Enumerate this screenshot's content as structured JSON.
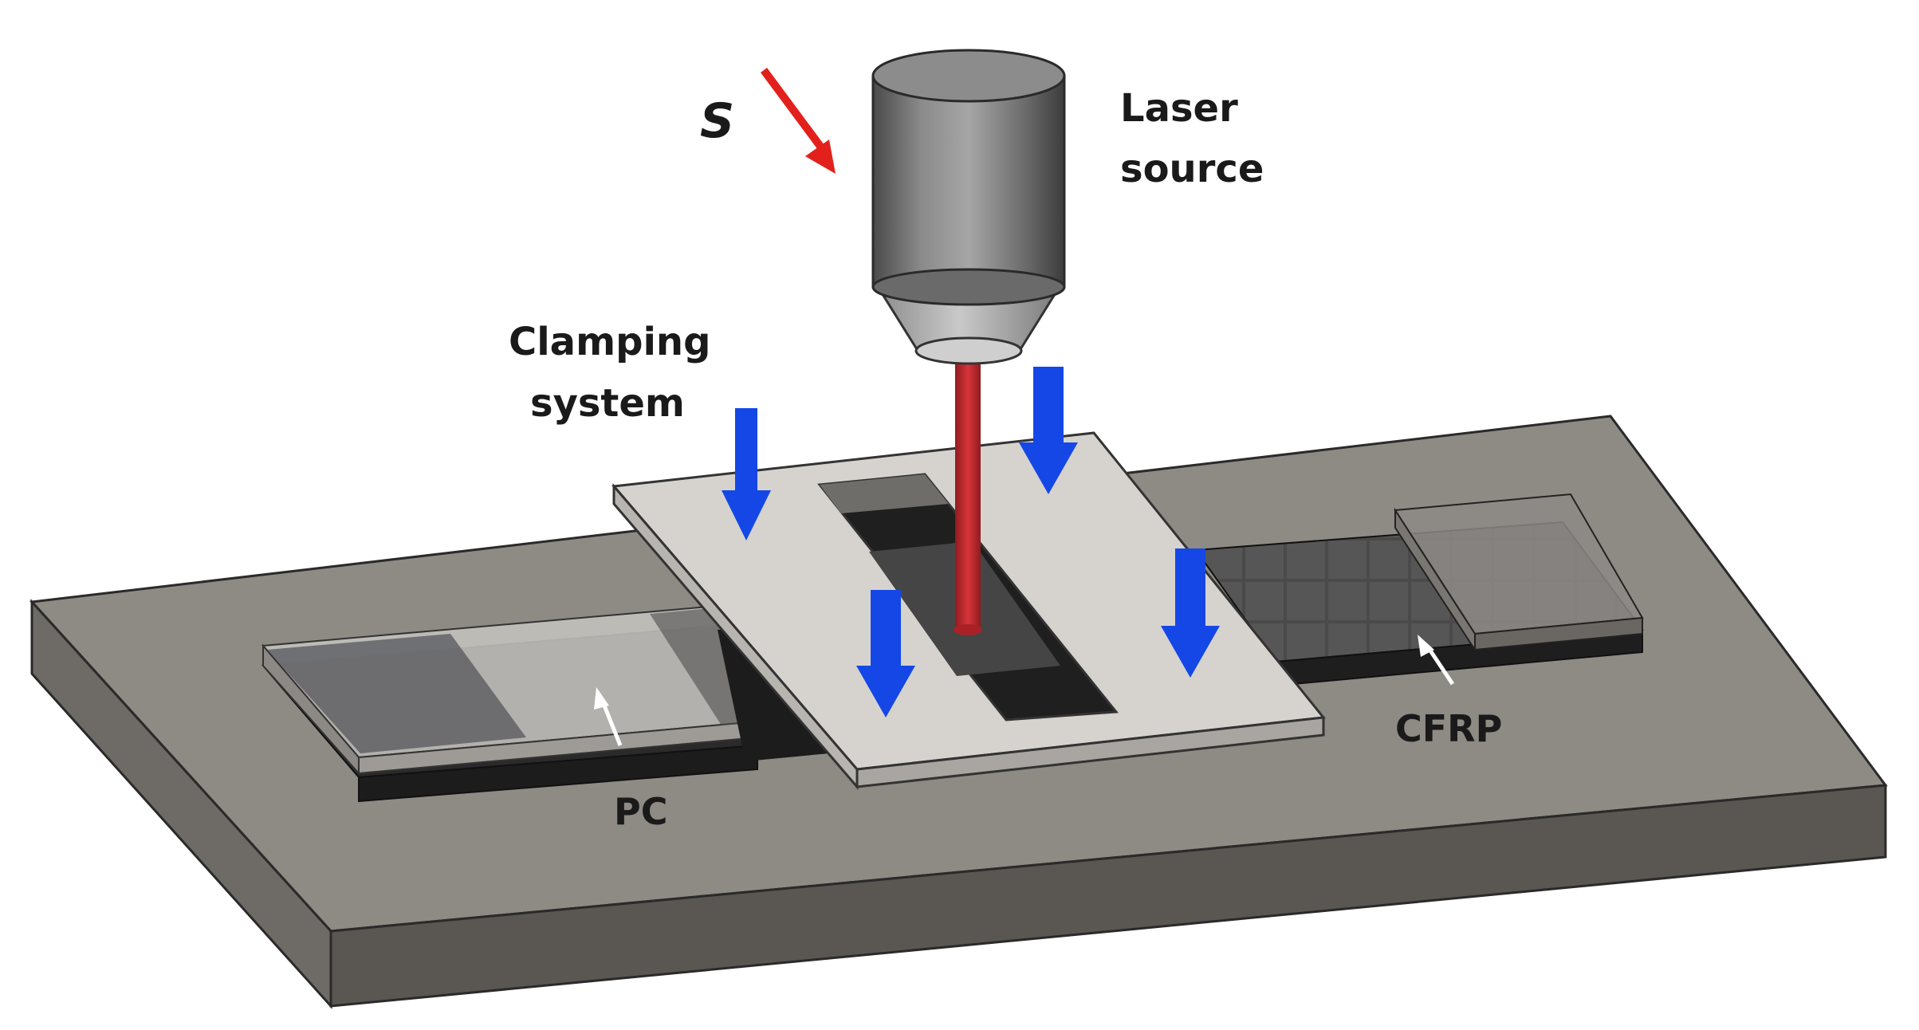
{
  "labels": {
    "scan_direction": "S",
    "laser_line1": "Laser",
    "laser_line2": "source",
    "clamp_line1": "Clamping",
    "clamp_line2": "system",
    "pc": "PC",
    "cfrp": "CFRP"
  },
  "colors": {
    "base_top": "#8e8a84",
    "base_front": "#5a5652",
    "base_side": "#6e6a65",
    "clamp_plate": "#d6d3cf",
    "laser_beam": "#c0282d",
    "scan_arrow": "#e3211c",
    "clamp_arrows": "#1447e6",
    "pointer_arrows": "#ffffff"
  }
}
